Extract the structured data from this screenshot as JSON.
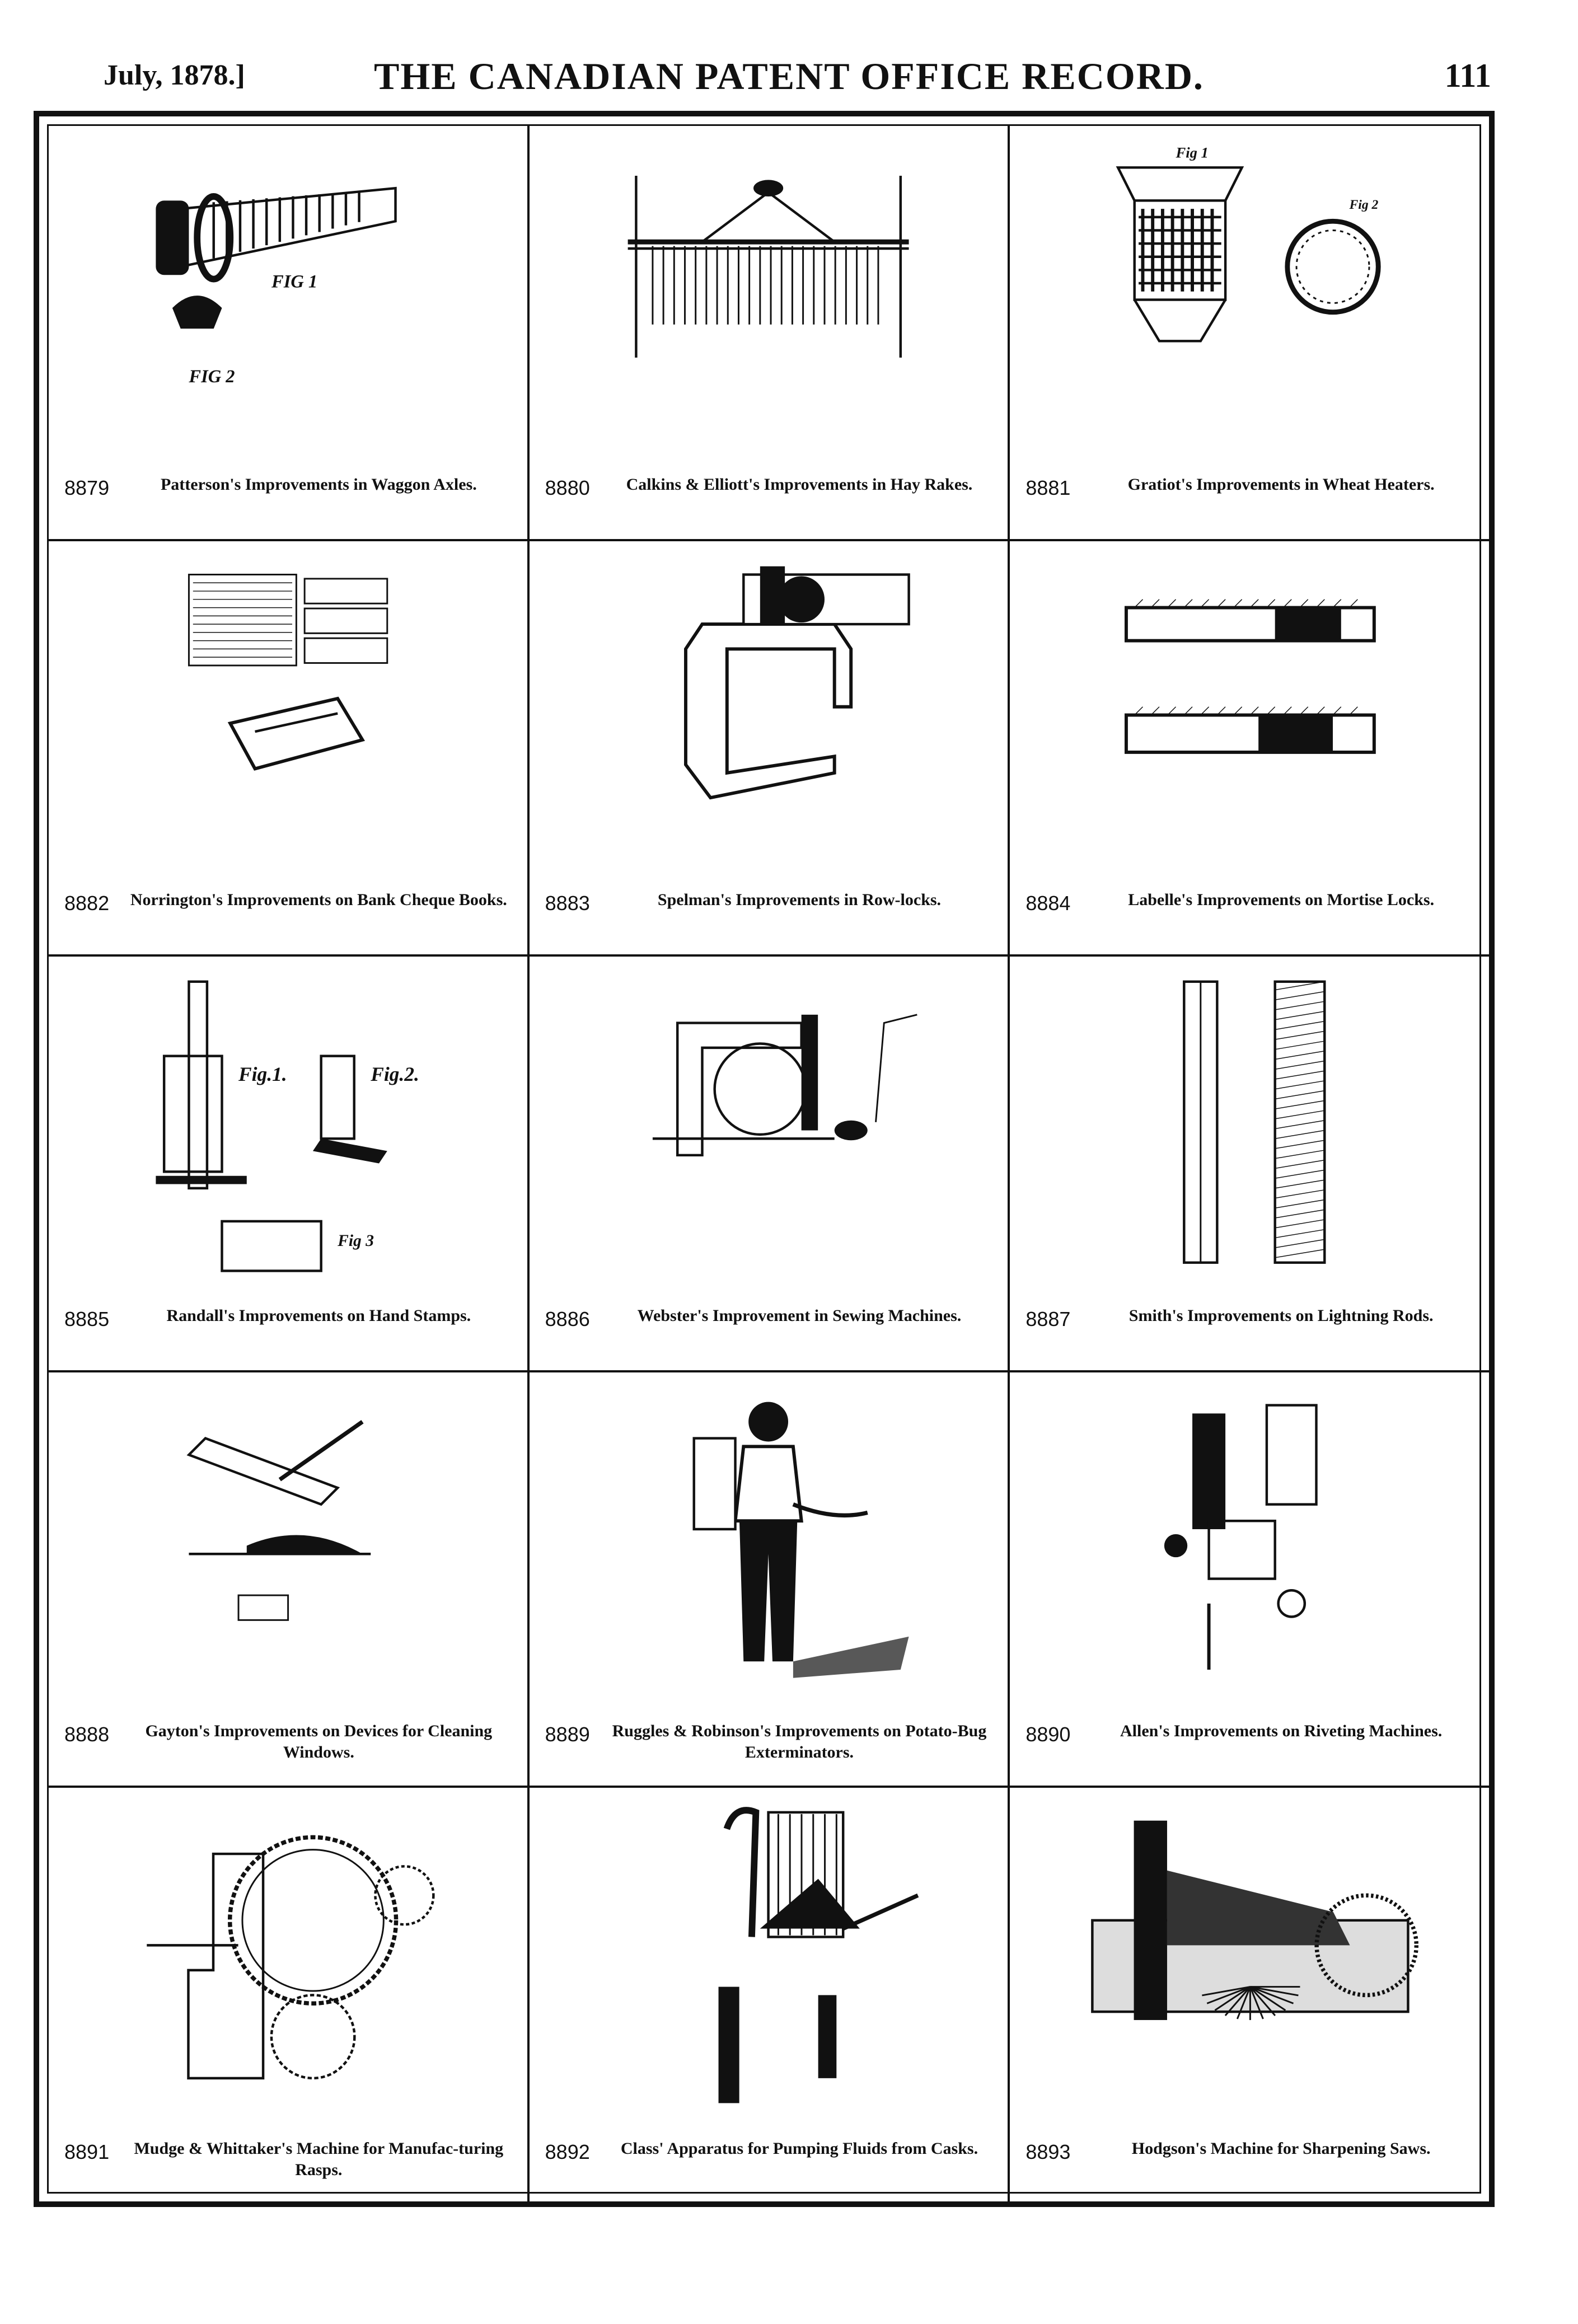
{
  "header": {
    "date": "July, 1878.]",
    "title": "THE CANADIAN PATENT OFFICE RECORD.",
    "page": "111"
  },
  "patents": [
    {
      "number": "8879",
      "title": "Patterson's Improvements in Waggon Axles."
    },
    {
      "number": "8880",
      "title": "Calkins & Elliott's Improvements in Hay Rakes."
    },
    {
      "number": "8881",
      "title": "Gratiot's Improvements in Wheat Heaters."
    },
    {
      "number": "8882",
      "title": "Norrington's Improvements on Bank Cheque Books."
    },
    {
      "number": "8883",
      "title": "Spelman's Improvements in Row-locks."
    },
    {
      "number": "8884",
      "title": "Labelle's Improvements on Mortise Locks."
    },
    {
      "number": "8885",
      "title": "Randall's Improvements on Hand Stamps."
    },
    {
      "number": "8886",
      "title": "Webster's Improvement in Sewing Machines."
    },
    {
      "number": "8887",
      "title": "Smith's Improvements on Lightning Rods."
    },
    {
      "number": "8888",
      "title": "Gayton's Improvements on Devices for Cleaning Windows."
    },
    {
      "number": "8889",
      "title": "Ruggles & Robinson's Improvements on Potato-Bug Exterminators."
    },
    {
      "number": "8890",
      "title": "Allen's Improvements on Riveting Machines."
    },
    {
      "number": "8891",
      "title": "Mudge & Whittaker's Machine for Manufac-turing Rasps."
    },
    {
      "number": "8892",
      "title": "Class' Apparatus for Pumping Fluids from Casks."
    },
    {
      "number": "8893",
      "title": "Hodgson's Machine for Sharpening Saws."
    }
  ],
  "figure_labels": {
    "p8879_fig1": "FIG 1",
    "p8879_fig2": "FIG 2",
    "p8881_fig1": "Fig 1",
    "p8881_fig2": "Fig 2",
    "p8885_fig1": "Fig.1.",
    "p8885_fig2": "Fig.2.",
    "p8885_fig3": "Fig 3"
  }
}
